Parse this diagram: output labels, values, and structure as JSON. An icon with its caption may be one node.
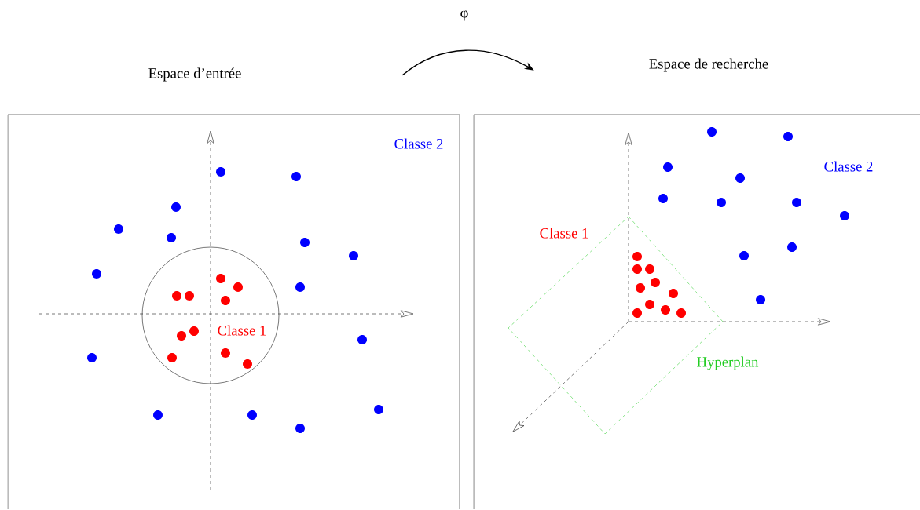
{
  "diagram": {
    "nodes": [
      {
        "text": [
          "Espace d’entrée"
        ]
      },
      {
        "text": [
          "Espace de recherche"
        ]
      },
      {
        "text": [
          "Classe 1"
        ],
        "in": 0
      }
    ],
    "edges": [
      {
        "from": 0,
        "to": 1,
        "arrow": "to",
        "label": "φ"
      }
    ],
    "labels": [
      "Classe 2",
      "Classe 2",
      "Classe 1",
      "Hyperplan"
    ]
  }
}
